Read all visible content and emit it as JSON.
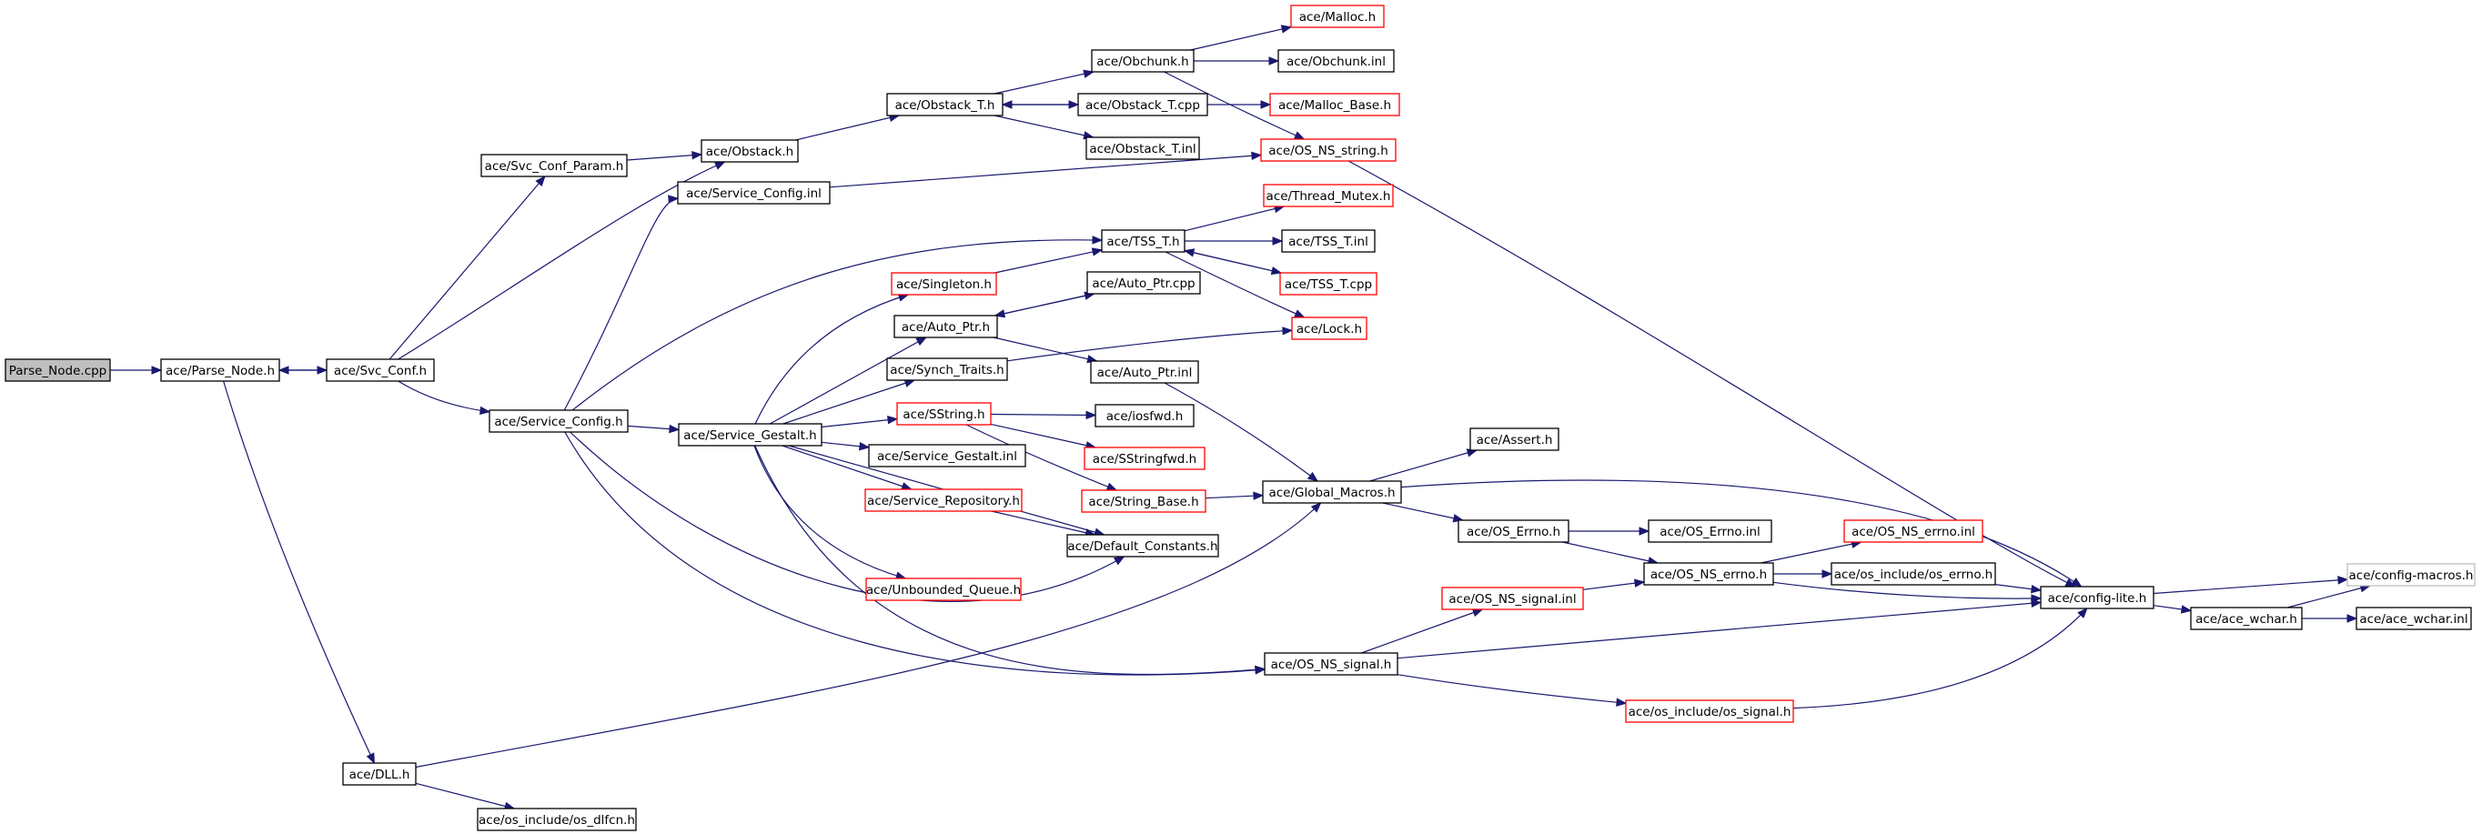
{
  "colors": {
    "edge": "#191970",
    "normal_border": "#000000",
    "incomplete_border": "#ff0000",
    "root_fill": "#bfbfbf",
    "external_border": "#bfbfbf",
    "background": "#ffffff"
  },
  "nodes": [
    {
      "id": "n_parse_node_cpp",
      "label": "Parse_Node.cpp",
      "kind": "root"
    },
    {
      "id": "n_parse_node_h",
      "label": "ace/Parse_Node.h",
      "kind": "normal"
    },
    {
      "id": "n_svc_conf_h",
      "label": "ace/Svc_Conf.h",
      "kind": "normal"
    },
    {
      "id": "n_svc_conf_param",
      "label": "ace/Svc_Conf_Param.h",
      "kind": "normal"
    },
    {
      "id": "n_service_config_h",
      "label": "ace/Service_Config.h",
      "kind": "normal"
    },
    {
      "id": "n_dll_h",
      "label": "ace/DLL.h",
      "kind": "normal"
    },
    {
      "id": "n_os_dlfcn",
      "label": "ace/os_include/os_dlfcn.h",
      "kind": "normal"
    },
    {
      "id": "n_obstack_h",
      "label": "ace/Obstack.h",
      "kind": "normal"
    },
    {
      "id": "n_service_config_inl",
      "label": "ace/Service_Config.inl",
      "kind": "normal"
    },
    {
      "id": "n_service_gestalt_h",
      "label": "ace/Service_Gestalt.h",
      "kind": "normal"
    },
    {
      "id": "n_obstack_t_h",
      "label": "ace/Obstack_T.h",
      "kind": "normal"
    },
    {
      "id": "n_singleton_h",
      "label": "ace/Singleton.h",
      "kind": "incomplete"
    },
    {
      "id": "n_auto_ptr_h",
      "label": "ace/Auto_Ptr.h",
      "kind": "normal"
    },
    {
      "id": "n_synch_traits",
      "label": "ace/Synch_Traits.h",
      "kind": "normal"
    },
    {
      "id": "n_sstring_h",
      "label": "ace/SString.h",
      "kind": "incomplete"
    },
    {
      "id": "n_service_gestalt_inl",
      "label": "ace/Service_Gestalt.inl",
      "kind": "normal"
    },
    {
      "id": "n_service_repository",
      "label": "ace/Service_Repository.h",
      "kind": "incomplete"
    },
    {
      "id": "n_unbounded_queue",
      "label": "ace/Unbounded_Queue.h",
      "kind": "incomplete"
    },
    {
      "id": "n_obchunk_h",
      "label": "ace/Obchunk.h",
      "kind": "normal"
    },
    {
      "id": "n_obstack_t_cpp",
      "label": "ace/Obstack_T.cpp",
      "kind": "normal"
    },
    {
      "id": "n_obstack_t_inl",
      "label": "ace/Obstack_T.inl",
      "kind": "normal"
    },
    {
      "id": "n_tss_t_h",
      "label": "ace/TSS_T.h",
      "kind": "normal"
    },
    {
      "id": "n_auto_ptr_cpp",
      "label": "ace/Auto_Ptr.cpp",
      "kind": "normal"
    },
    {
      "id": "n_auto_ptr_inl",
      "label": "ace/Auto_Ptr.inl",
      "kind": "normal"
    },
    {
      "id": "n_iosfwd",
      "label": "ace/iosfwd.h",
      "kind": "normal"
    },
    {
      "id": "n_sstringfwd",
      "label": "ace/SStringfwd.h",
      "kind": "incomplete"
    },
    {
      "id": "n_string_base",
      "label": "ace/String_Base.h",
      "kind": "incomplete"
    },
    {
      "id": "n_default_constants",
      "label": "ace/Default_Constants.h",
      "kind": "normal"
    },
    {
      "id": "n_os_ns_signal_h",
      "label": "ace/OS_NS_signal.h",
      "kind": "normal"
    },
    {
      "id": "n_malloc_h",
      "label": "ace/Malloc.h",
      "kind": "incomplete"
    },
    {
      "id": "n_obchunk_inl",
      "label": "ace/Obchunk.inl",
      "kind": "normal"
    },
    {
      "id": "n_malloc_base",
      "label": "ace/Malloc_Base.h",
      "kind": "incomplete"
    },
    {
      "id": "n_os_ns_string",
      "label": "ace/OS_NS_string.h",
      "kind": "incomplete"
    },
    {
      "id": "n_thread_mutex",
      "label": "ace/Thread_Mutex.h",
      "kind": "incomplete"
    },
    {
      "id": "n_tss_t_inl",
      "label": "ace/TSS_T.inl",
      "kind": "normal"
    },
    {
      "id": "n_tss_t_cpp",
      "label": "ace/TSS_T.cpp",
      "kind": "incomplete"
    },
    {
      "id": "n_lock_h",
      "label": "ace/Lock.h",
      "kind": "incomplete"
    },
    {
      "id": "n_global_macros",
      "label": "ace/Global_Macros.h",
      "kind": "normal"
    },
    {
      "id": "n_assert_h",
      "label": "ace/Assert.h",
      "kind": "normal"
    },
    {
      "id": "n_os_errno_h",
      "label": "ace/OS_Errno.h",
      "kind": "normal"
    },
    {
      "id": "n_os_errno_inl",
      "label": "ace/OS_Errno.inl",
      "kind": "normal"
    },
    {
      "id": "n_os_ns_errno_h",
      "label": "ace/OS_NS_errno.h",
      "kind": "normal"
    },
    {
      "id": "n_os_ns_errno_inl",
      "label": "ace/OS_NS_errno.inl",
      "kind": "incomplete"
    },
    {
      "id": "n_os_include_errno",
      "label": "ace/os_include/os_errno.h",
      "kind": "normal"
    },
    {
      "id": "n_os_ns_signal_inl",
      "label": "ace/OS_NS_signal.inl",
      "kind": "incomplete"
    },
    {
      "id": "n_os_include_signal",
      "label": "ace/os_include/os_signal.h",
      "kind": "incomplete"
    },
    {
      "id": "n_config_lite",
      "label": "ace/config-lite.h",
      "kind": "normal"
    },
    {
      "id": "n_ace_wchar_h",
      "label": "ace/ace_wchar.h",
      "kind": "normal"
    },
    {
      "id": "n_ace_wchar_inl",
      "label": "ace/ace_wchar.inl",
      "kind": "normal"
    },
    {
      "id": "n_config_macros",
      "label": "ace/config-macros.h",
      "kind": "external"
    }
  ],
  "edges": [
    [
      "n_parse_node_cpp",
      "n_parse_node_h"
    ],
    [
      "n_parse_node_h",
      "n_svc_conf_h"
    ],
    [
      "n_svc_conf_h",
      "n_parse_node_h"
    ],
    [
      "n_parse_node_h",
      "n_dll_h"
    ],
    [
      "n_svc_conf_h",
      "n_svc_conf_param"
    ],
    [
      "n_svc_conf_h",
      "n_obstack_h"
    ],
    [
      "n_svc_conf_h",
      "n_service_config_h"
    ],
    [
      "n_svc_conf_param",
      "n_obstack_h"
    ],
    [
      "n_obstack_h",
      "n_obstack_t_h"
    ],
    [
      "n_obstack_t_h",
      "n_obchunk_h"
    ],
    [
      "n_obstack_t_h",
      "n_obstack_t_cpp"
    ],
    [
      "n_obstack_t_cpp",
      "n_obstack_t_h"
    ],
    [
      "n_obstack_t_h",
      "n_obstack_t_inl"
    ],
    [
      "n_obchunk_h",
      "n_malloc_h"
    ],
    [
      "n_obchunk_h",
      "n_obchunk_inl"
    ],
    [
      "n_obchunk_h",
      "n_os_ns_string"
    ],
    [
      "n_obstack_t_cpp",
      "n_malloc_base"
    ],
    [
      "n_service_config_h",
      "n_service_config_inl"
    ],
    [
      "n_service_config_inl",
      "n_os_ns_string"
    ],
    [
      "n_service_config_h",
      "n_tss_t_h"
    ],
    [
      "n_service_config_h",
      "n_service_gestalt_h"
    ],
    [
      "n_service_config_h",
      "n_default_constants"
    ],
    [
      "n_service_config_h",
      "n_os_ns_signal_h"
    ],
    [
      "n_service_gestalt_h",
      "n_singleton_h"
    ],
    [
      "n_service_gestalt_h",
      "n_auto_ptr_h"
    ],
    [
      "n_service_gestalt_h",
      "n_synch_traits"
    ],
    [
      "n_service_gestalt_h",
      "n_sstring_h"
    ],
    [
      "n_service_gestalt_h",
      "n_service_gestalt_inl"
    ],
    [
      "n_service_gestalt_h",
      "n_service_repository"
    ],
    [
      "n_service_gestalt_h",
      "n_default_constants"
    ],
    [
      "n_service_gestalt_h",
      "n_unbounded_queue"
    ],
    [
      "n_service_gestalt_h",
      "n_os_ns_signal_h"
    ],
    [
      "n_singleton_h",
      "n_tss_t_h"
    ],
    [
      "n_auto_ptr_h",
      "n_auto_ptr_cpp"
    ],
    [
      "n_auto_ptr_cpp",
      "n_auto_ptr_h"
    ],
    [
      "n_auto_ptr_h",
      "n_auto_ptr_inl"
    ],
    [
      "n_auto_ptr_inl",
      "n_global_macros"
    ],
    [
      "n_synch_traits",
      "n_lock_h"
    ],
    [
      "n_sstring_h",
      "n_iosfwd"
    ],
    [
      "n_sstring_h",
      "n_sstringfwd"
    ],
    [
      "n_sstring_h",
      "n_string_base"
    ],
    [
      "n_string_base",
      "n_global_macros"
    ],
    [
      "n_service_repository",
      "n_default_constants"
    ],
    [
      "n_tss_t_h",
      "n_thread_mutex"
    ],
    [
      "n_tss_t_h",
      "n_tss_t_inl"
    ],
    [
      "n_tss_t_h",
      "n_tss_t_cpp"
    ],
    [
      "n_tss_t_cpp",
      "n_tss_t_h"
    ],
    [
      "n_tss_t_h",
      "n_lock_h"
    ],
    [
      "n_os_ns_string",
      "n_config_lite"
    ],
    [
      "n_dll_h",
      "n_global_macros"
    ],
    [
      "n_dll_h",
      "n_os_dlfcn"
    ],
    [
      "n_global_macros",
      "n_assert_h"
    ],
    [
      "n_global_macros",
      "n_os_errno_h"
    ],
    [
      "n_global_macros",
      "n_config_lite"
    ],
    [
      "n_os_errno_h",
      "n_os_errno_inl"
    ],
    [
      "n_os_errno_h",
      "n_os_ns_errno_h"
    ],
    [
      "n_os_ns_errno_h",
      "n_os_ns_errno_inl"
    ],
    [
      "n_os_ns_errno_h",
      "n_os_include_errno"
    ],
    [
      "n_os_ns_errno_h",
      "n_config_lite"
    ],
    [
      "n_os_include_errno",
      "n_config_lite"
    ],
    [
      "n_os_ns_signal_h",
      "n_os_ns_signal_inl"
    ],
    [
      "n_os_ns_signal_inl",
      "n_os_ns_errno_h"
    ],
    [
      "n_os_ns_signal_h",
      "n_config_lite"
    ],
    [
      "n_os_ns_signal_h",
      "n_os_include_signal"
    ],
    [
      "n_os_include_signal",
      "n_config_lite"
    ],
    [
      "n_config_lite",
      "n_config_macros"
    ],
    [
      "n_config_lite",
      "n_ace_wchar_h"
    ],
    [
      "n_ace_wchar_h",
      "n_ace_wchar_inl"
    ],
    [
      "n_ace_wchar_h",
      "n_config_macros"
    ]
  ]
}
